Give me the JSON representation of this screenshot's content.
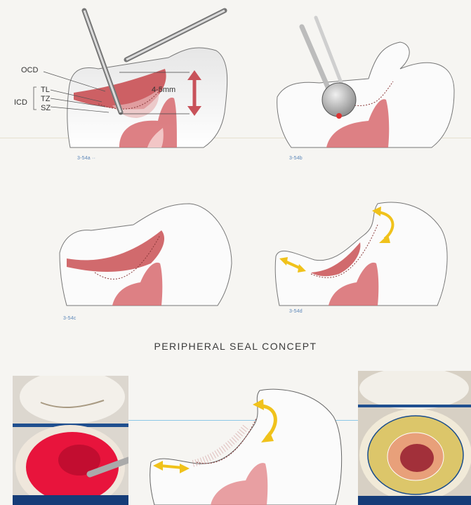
{
  "figures": {
    "fig_a": {
      "caption": "3-54a ··",
      "labels": {
        "ocd": "OCD",
        "icd": "ICD",
        "tl": "TL",
        "tz": "TZ",
        "sz": "SZ",
        "depth": "4-5mm"
      }
    },
    "fig_b": {
      "caption": "3-54b"
    },
    "fig_c": {
      "caption": "3-54c"
    },
    "fig_d": {
      "caption": "3-54d"
    }
  },
  "section_heading": "PERIPHERAL SEAL CONCEPT",
  "colors": {
    "enamel": "#ffffff",
    "tooth_outline": "#555555",
    "pulp": "#c9404a",
    "dentin_red": "#c95054",
    "arrow_red": "#c8525a",
    "arrow_yellow": "#f0c21b",
    "caption_blue": "#5b86b8",
    "photo_red": "#e8143c",
    "photo_border": "#1a4d8c"
  },
  "icons": [
    "bur-instrument",
    "diamond-ball-bur",
    "double-arrow",
    "curved-double-arrow"
  ]
}
